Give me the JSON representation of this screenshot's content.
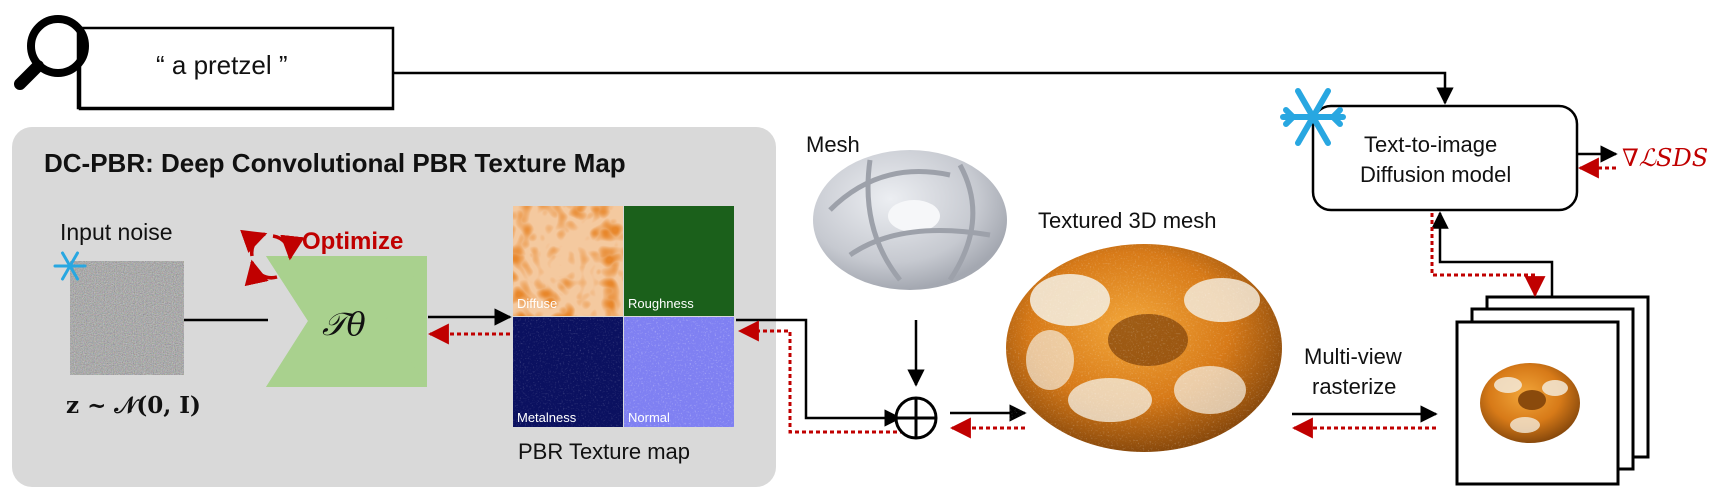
{
  "prompt": {
    "text": "“ a pretzel ”"
  },
  "dcpbr": {
    "title": "DC-PBR: Deep Convolutional PBR Texture Map",
    "input_noise_label": "Input noise",
    "z_formula": "z ~ 𝒩(0, I)",
    "optimize_label": "Optimize",
    "network_symbol": "𝒯θ",
    "texture_map_label": "PBR Texture map",
    "texture_tiles": {
      "diffuse": "Diffuse",
      "roughness": "Roughness",
      "metalness": "Metalness",
      "normal": "Normal"
    }
  },
  "mesh": {
    "label": "Mesh",
    "combine_symbol": "⊕",
    "textured_label": "Textured 3D mesh"
  },
  "diffusion": {
    "label_line1": "Text-to-image",
    "label_line2": "Diffusion model",
    "loss_label": "∇ℒSDS"
  },
  "rasterize": {
    "label_line1": "Multi-view",
    "label_line2": "rasterize"
  },
  "colors": {
    "gray_panel": "#d9d9d9",
    "network_green": "#a9d18e",
    "optimize_red": "#c00000",
    "snowflake_blue": "#28a7e1",
    "diffuse_orange": "#e8872b",
    "roughness_green": "#1f6b1f",
    "metalness_navy": "#0b1160",
    "normal_blue": "#7f80f2",
    "gradient_red": "#c00000"
  }
}
